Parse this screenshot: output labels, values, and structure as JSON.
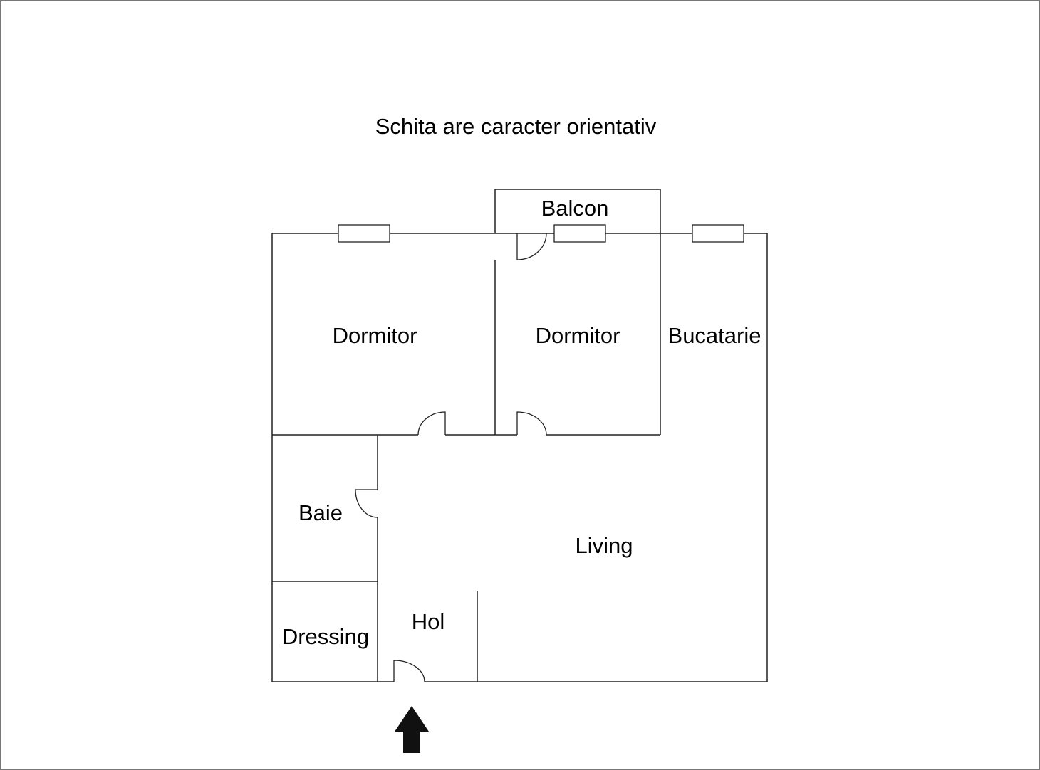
{
  "title": "Schita are caracter orientativ",
  "rooms": {
    "balcon": "Balcon",
    "dormitor_1": "Dormitor",
    "dormitor_2": "Dormitor",
    "bucatarie": "Bucatarie",
    "baie": "Baie",
    "living": "Living",
    "dressing": "Dressing",
    "hol": "Hol"
  },
  "colors": {
    "walls": "#222222",
    "text": "#000000",
    "bucatarie_text": "#444444",
    "arrow": "#111111"
  },
  "icons": {
    "entrance": "arrow-up-icon"
  }
}
